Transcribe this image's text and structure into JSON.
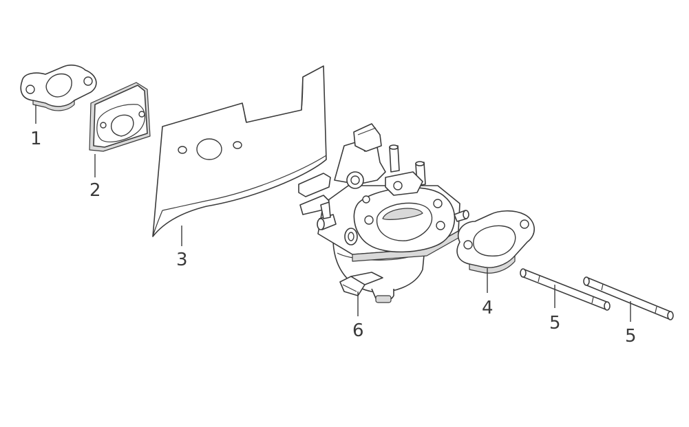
{
  "diagram": {
    "type": "exploded-parts-view",
    "line_color": "#3a3a3a",
    "background": "#ffffff",
    "callouts": [
      {
        "id": "c1",
        "label": "1"
      },
      {
        "id": "c2",
        "label": "2"
      },
      {
        "id": "c3",
        "label": "3"
      },
      {
        "id": "c4",
        "label": "4"
      },
      {
        "id": "c5a",
        "label": "5"
      },
      {
        "id": "c5b",
        "label": "5"
      },
      {
        "id": "c6",
        "label": "6"
      }
    ]
  }
}
